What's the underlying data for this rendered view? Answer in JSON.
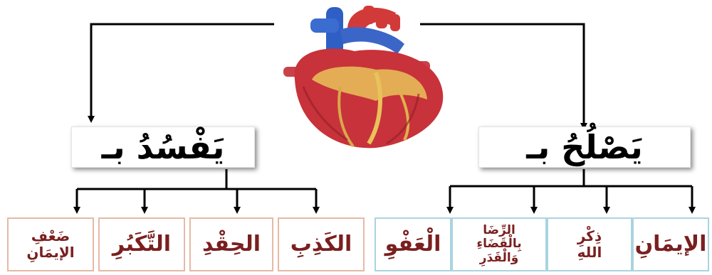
{
  "heads": {
    "corrupts": "يَفْسُدُ بـ",
    "reforms": "يَصْلُحُ بـ"
  },
  "corrupts_items": [
    {
      "lines": [
        "ضَعْفِ",
        "الإيمَانِ"
      ]
    },
    {
      "lines": [
        "التَّكَبُرِ"
      ]
    },
    {
      "lines": [
        "الحِقْدِ"
      ]
    },
    {
      "lines": [
        "الكَذِبِ"
      ]
    }
  ],
  "reforms_items": [
    {
      "lines": [
        "الْعَفْوِ"
      ]
    },
    {
      "lines": [
        "الرِّضَا",
        "بِالْقَضَاءِ",
        "وَالْقَدَرِ"
      ]
    },
    {
      "lines": [
        "ذِكْرِ",
        "اللهِ"
      ]
    },
    {
      "lines": [
        "الإيمَانِ"
      ]
    }
  ],
  "heart_image": "heart-illustration",
  "colors": {
    "text_items": "#7a1f1f",
    "border_corrupts": "#e6b9a6",
    "border_reforms": "#a9d4e0",
    "heart_red": "#c8323a",
    "vessel_blue": "#2f5fc4",
    "fat_yellow": "#e8c25a"
  }
}
